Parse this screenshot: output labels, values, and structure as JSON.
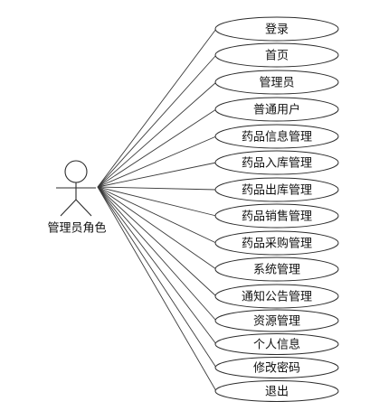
{
  "actor": {
    "label": "管理员角色",
    "icon": "stick-figure-actor-icon"
  },
  "use_cases": [
    "登录",
    "首页",
    "管理员",
    "普通用户",
    "药品信息管理",
    "药品入库管理",
    "药品出库管理",
    "药品销售管理",
    "药品采购管理",
    "系统管理",
    "通知公告管理",
    "资源管理",
    "个人信息",
    "修改密码",
    "退出"
  ],
  "colors": {
    "stroke": "#2b2b2b",
    "fill": "#ffffff",
    "text": "#111111"
  }
}
